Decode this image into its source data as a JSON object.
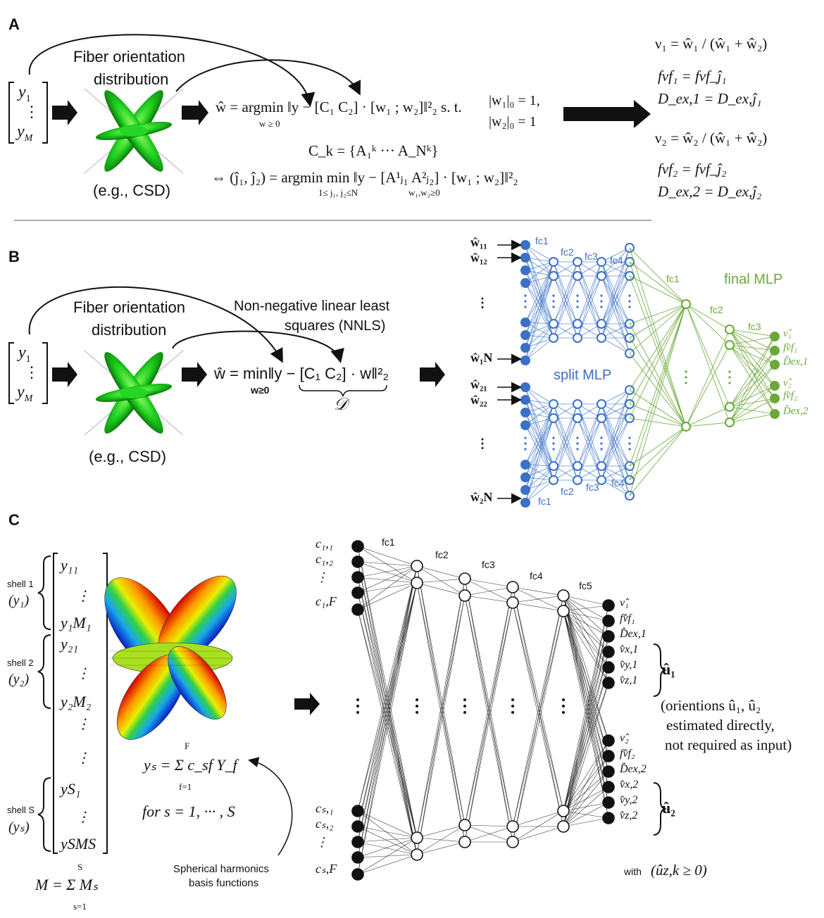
{
  "panel_a": {
    "label": "A",
    "fod_label_line1": "Fiber orientation",
    "fod_label_line2": "distribution",
    "csd_label": "(e.g., CSD)",
    "vec_top": "y",
    "vec_top_sub": "1",
    "vec_dots": "⋮",
    "vec_bot": "y",
    "vec_bot_sub": "M",
    "eq1": "ŵ = argmin ‖y − [C₁ C₂] · [w₁ ; w₂]‖²₂  s. t.",
    "eq1_cond": "w ≥ 0",
    "eq1_c1": "|w₁|₀ = 1,",
    "eq1_c2": "|w₂|₀ = 1",
    "eq_ck": "C_k = {A₁ᵏ ··· A_Nᵏ}",
    "eq2": "⇔ (ĵ₁, ĵ₂) =  argmin   min  ‖y − [A¹ⱼ₁ A²ⱼ₂] · [w₁ ; w₂]‖²₂",
    "eq2_sub1": "1≤ j₁, j₂≤N",
    "eq2_sub2": "w₁,w₂≥0",
    "out1": "ν₁ = ŵ₁ / (ŵ₁ + ŵ₂)",
    "out2": "fvf₁ = fvf_ĵ₁",
    "out3": "D_ex,1 = D_ex,ĵ₁",
    "out4": "ν₂ = ŵ₂ / (ŵ₁ + ŵ₂)",
    "out5": "fvf₂ = fvf_ĵ₂",
    "out6": "D_ex,2 = D_ex,ĵ₂"
  },
  "panel_b": {
    "label": "B",
    "fod_label_line1": "Fiber orientation",
    "fod_label_line2": "distribution",
    "csd_label": "(e.g., CSD)",
    "nnls_line1": "Non-negative linear least",
    "nnls_line2": "squares (NNLS)",
    "eq": "ŵ = min‖y − [C₁ C₂] · w‖²₂",
    "eq_sub": "w≥0",
    "dict_symbol": "𝒟",
    "inputs_top": [
      "ŵ₁₁",
      "ŵ₁₂",
      "⋮",
      "ŵ₁N"
    ],
    "inputs_bot": [
      "ŵ₂₁",
      "ŵ₂₂",
      "⋮",
      "ŵ₂N"
    ],
    "split_layers_top": [
      "fc1",
      "fc2",
      "fc3",
      "fc4"
    ],
    "split_layers_bot": [
      "fc1",
      "fc2",
      "fc3",
      "fc4"
    ],
    "final_layers": [
      "fc1",
      "fc2",
      "fc3"
    ],
    "split_mlp_label": "split MLP",
    "final_mlp_label": "final MLP",
    "outputs": [
      "ν̂₁",
      "fv̂f₁",
      "D̂ex,1",
      "ν̂₂",
      "fv̂f₂",
      "D̂ex,2"
    ]
  },
  "panel_c": {
    "label": "C",
    "shell1": "shell 1",
    "shell1_sym": "(y₁)",
    "shell2": "shell 2",
    "shell2_sym": "(y₂)",
    "shellS": "shell S",
    "shellS_sym": "(yₛ)",
    "vec_items": [
      "y₁₁",
      "⋮",
      "y₁M₁",
      "y₂₁",
      "⋮",
      "y₂M₂",
      "⋮",
      "⋮",
      "yS₁",
      "⋮",
      "ySMS"
    ],
    "m_sum": "M = Σ Mₛ",
    "m_sum_top": "S",
    "m_sum_bot": "s=1",
    "ys_eq": "yₛ = Σ c_sf Y_f",
    "ys_top": "F",
    "ys_bot": "f=1",
    "for_s": "for  s = 1, ··· , S",
    "sh_label_line1": "Spherical harmonics",
    "sh_label_line2": "basis functions",
    "inputs_top": [
      "c₁,₁",
      "c₁,₂",
      "⋮",
      "c₁,F"
    ],
    "inputs_bot": [
      "cₛ,₁",
      "cₛ,₂",
      "⋮",
      "cₛ,F"
    ],
    "layers": [
      "fc1",
      "fc2",
      "fc3",
      "fc4",
      "fc5"
    ],
    "outputs_top": [
      "ν̂₁",
      "fv̂f₁",
      "D̂ex,1",
      "v̂x,1",
      "v̂y,1",
      "v̂z,1"
    ],
    "outputs_bot": [
      "ν̂₂",
      "fv̂f₂",
      "D̂ex,2",
      "v̂x,2",
      "v̂y,2",
      "v̂z,2"
    ],
    "u1": "û₁",
    "u2": "û₂",
    "note_line1": "(orientions û₁, û₂",
    "note_line2": "estimated directly,",
    "note_line3": "not required as input)",
    "with_label": "with",
    "with_cond": "(ûz,k ≥ 0)"
  },
  "colors": {
    "blue": "#3a70c8",
    "green": "#6aa83a",
    "black": "#111111"
  }
}
